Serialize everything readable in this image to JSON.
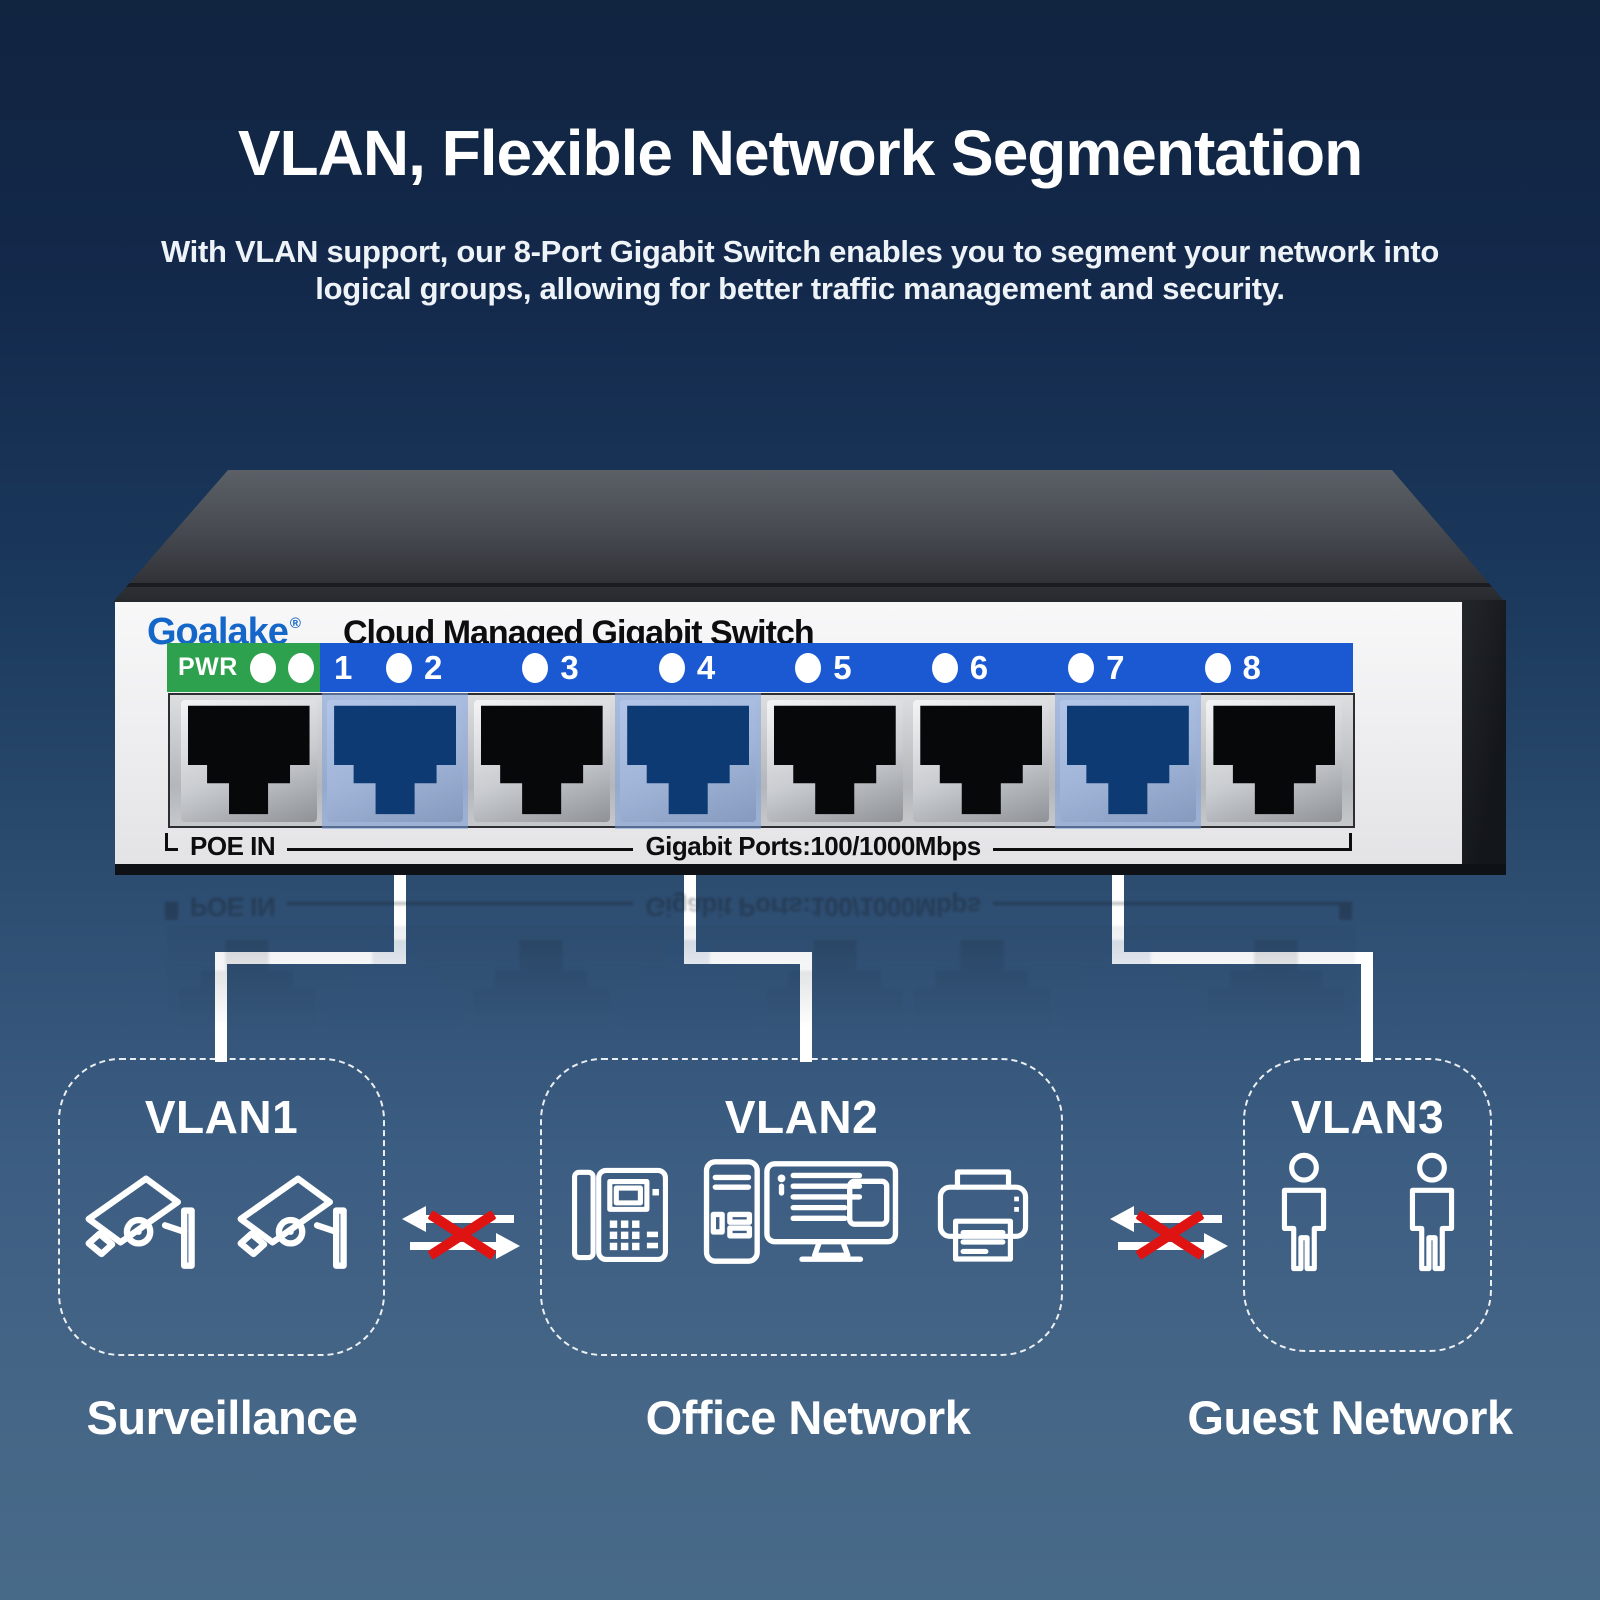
{
  "header": {
    "title": "VLAN, Flexible Network Segmentation",
    "subtitle_line1": "With VLAN support, our 8-Port Gigabit Switch enables you to segment your network into",
    "subtitle_line2": "logical groups, allowing for better traffic management and security."
  },
  "switch": {
    "brand": "Goalake",
    "brand_registered_mark": "®",
    "panel_title": "Cloud Managed Gigabit Switch",
    "pwr_label": "PWR",
    "port_leds": [
      "1",
      "2",
      "3",
      "4",
      "5",
      "6",
      "7",
      "8"
    ],
    "poe_in_label": "POE IN",
    "gigabit_ports_label": "Gigabit Ports:100/1000Mbps",
    "highlighted_ports": [
      "2",
      "4",
      "7"
    ],
    "colors": {
      "brand_blue": "#1566c9",
      "led_strip_blue": "#1b59d2",
      "pwr_green": "#2ea14e",
      "port_highlight_blue": "#7b9edd",
      "blocked_x_red": "#e01313"
    }
  },
  "vlan_groups": [
    {
      "title": "VLAN1",
      "label": "Surveillance",
      "device_icons": [
        "cctv-camera",
        "cctv-camera"
      ]
    },
    {
      "title": "VLAN2",
      "label": "Office Network",
      "device_icons": [
        "ip-phone",
        "desktop-computer",
        "printer"
      ]
    },
    {
      "title": "VLAN3",
      "label": "Guest Network",
      "device_icons": [
        "person",
        "person"
      ]
    }
  ],
  "blocked_links": [
    {
      "between": "VLAN1-VLAN2"
    },
    {
      "between": "VLAN2-VLAN3"
    }
  ]
}
